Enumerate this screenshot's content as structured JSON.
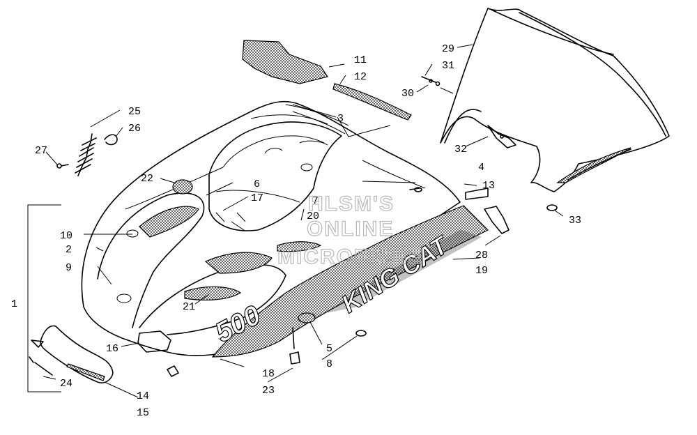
{
  "watermark": {
    "line1": "HLSM'S",
    "line2": "ONLINE",
    "line3": "MICROFICHE"
  },
  "decals": {
    "model_number": "500",
    "model_name": "KING CAT"
  },
  "callouts": {
    "c1": "1",
    "c2": "2",
    "c3": "3",
    "c4": "4",
    "c5": "5",
    "c6": "6",
    "c7": "7",
    "c8": "8",
    "c9": "9",
    "c10": "10",
    "c11": "11",
    "c12": "12",
    "c13": "13",
    "c14": "14",
    "c15": "15",
    "c16": "16",
    "c17": "17",
    "c18": "18",
    "c19": "19",
    "c20": "20",
    "c21": "21",
    "c22": "22",
    "c23": "23",
    "c24": "24",
    "c25": "25",
    "c26": "26",
    "c27": "27",
    "c28": "28",
    "c29": "29",
    "c30": "30",
    "c31": "31",
    "c32": "32",
    "c33": "33"
  }
}
